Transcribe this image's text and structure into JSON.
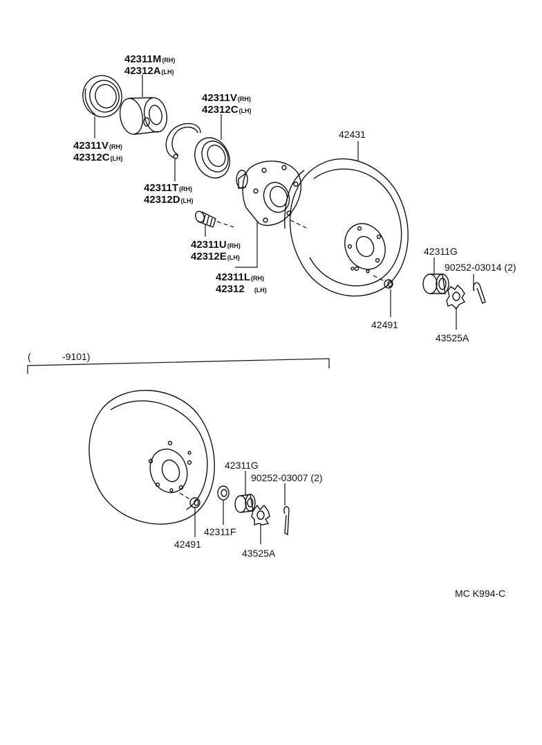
{
  "top_assembly": {
    "bearing_outer_m": "42311M",
    "bearing_outer_m_side": "(RH)",
    "bearing_outer_a": "42312A",
    "bearing_outer_a_side": "(LH)",
    "race_left_v": "42311V",
    "race_left_v_side": "(RH)",
    "race_left_c": "42312C",
    "race_left_c_side": "(LH)",
    "race_right_v": "42311V",
    "race_right_v_side": "(RH)",
    "race_right_c": "42312C",
    "race_right_c_side": "(LH)",
    "snap_ring_t": "42311T",
    "snap_ring_t_side": "(RH)",
    "snap_ring_d": "42312D",
    "snap_ring_d_side": "(LH)",
    "hub_bolt_u": "42311U",
    "hub_bolt_u_side": "(RH)",
    "hub_bolt_e": "42312E",
    "hub_bolt_e_side": "(LH)",
    "hub_l": "42311L",
    "hub_l_side": "(RH)",
    "hub_plain": "42312",
    "hub_plain_side": "(LH)",
    "disc": "42431",
    "plug": "42491",
    "nut_g": "42311G",
    "cotter_pin": "90252-03014 (2)",
    "lock_cap": "43525A"
  },
  "bottom_assembly": {
    "range_open": "(",
    "range_end": "-9101)",
    "washer_f": "42311F",
    "nut_g": "42311G",
    "cotter_pin": "90252-03007 (2)",
    "plug": "42491",
    "lock_cap": "43525A"
  },
  "figure_code": "MC K994-C"
}
